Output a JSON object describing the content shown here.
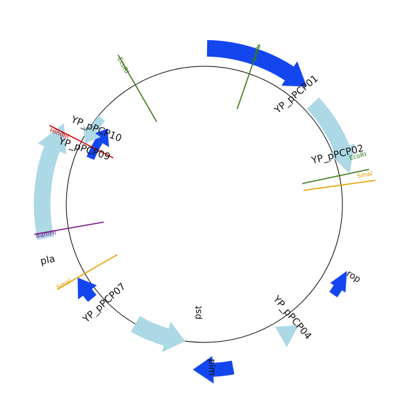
{
  "colors": {
    "background": "#ffffff",
    "backbone": "#000000",
    "feature_dark": "#1446f0",
    "feature_light": "#add8e6",
    "EcoRI": "#3a7a1a",
    "HindIII": "#dd0000",
    "BamHI": "#7a1a8a",
    "SmaI": "#e8a000"
  },
  "features": [
    {
      "label": "YP_pPCP01",
      "color_key": "feature_dark"
    },
    {
      "label": "YP_pPCP02",
      "color_key": "feature_light"
    },
    {
      "label": "rop",
      "color_key": "feature_dark"
    },
    {
      "label": "YP_pPCP04",
      "color_key": "feature_light"
    },
    {
      "label": "pim",
      "color_key": "feature_dark"
    },
    {
      "label": "pst",
      "color_key": "feature_light"
    },
    {
      "label": "YP_pPCP07",
      "color_key": "feature_dark"
    },
    {
      "label": "pla",
      "color_key": "feature_light"
    },
    {
      "label": "YP_pPCP09",
      "color_key": "feature_dark"
    },
    {
      "label": "YP_pPCP10",
      "color_key": "feature_light"
    }
  ],
  "restriction_sites": [
    {
      "name": "EcoRI",
      "color_key": "EcoRI"
    },
    {
      "name": "EcoRI",
      "color_key": "EcoRI"
    },
    {
      "name": "SmaI",
      "color_key": "SmaI"
    },
    {
      "name": "SmaI",
      "color_key": "SmaI"
    },
    {
      "name": "BamHI",
      "color_key": "BamHI"
    },
    {
      "name": "HindIII",
      "color_key": "HindIII"
    },
    {
      "name": "EcoRI",
      "color_key": "EcoRI"
    }
  ]
}
